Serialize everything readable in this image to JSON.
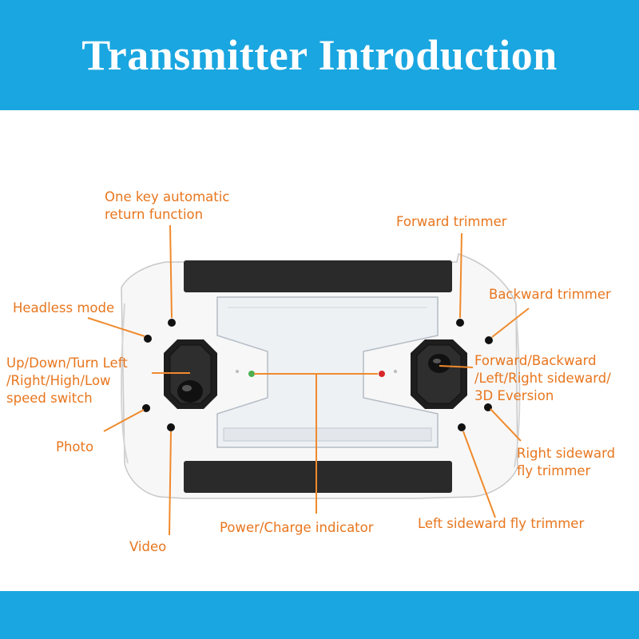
{
  "title": "Transmitter Introduction",
  "colors": {
    "banner": "#1aa6e0",
    "label": "#e8761e",
    "leader": "#f08a2c"
  },
  "labels": {
    "one_key_return": "One key automatic\nreturn function",
    "forward_trimmer": "Forward trimmer",
    "headless_mode": "Headless mode",
    "backward_trimmer": "Backward trimmer",
    "throttle_stick": "Up/Down/Turn Left\n/Right/High/Low\nspeed switch",
    "direction_stick": "Forward/Backward\n/Left/Right sideward/\n3D Eversion",
    "photo": "Photo",
    "right_sideward_trimmer": "Right sideward\nfly trimmer",
    "power_indicator": "Power/Charge indicator",
    "left_sideward_trimmer": "Left sideward fly trimmer",
    "video": "Video"
  }
}
